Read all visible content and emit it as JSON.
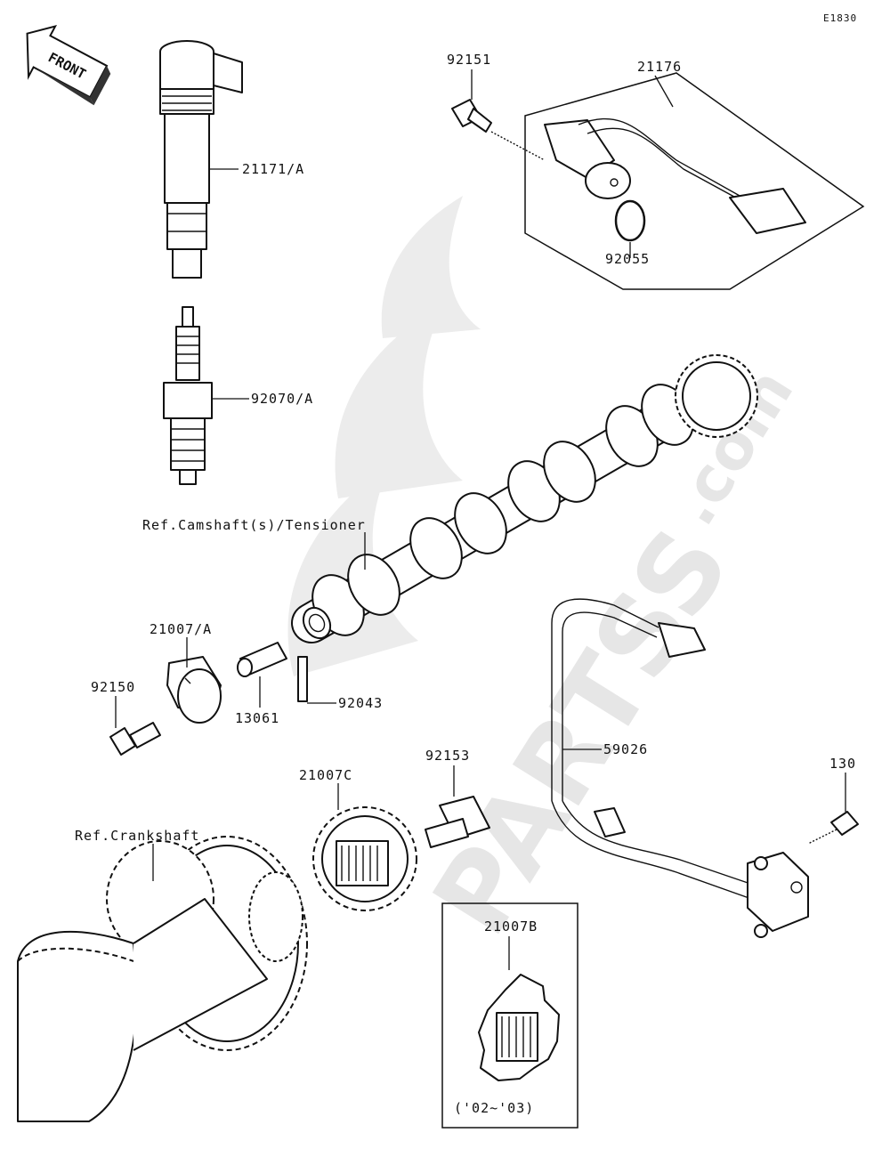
{
  "diagram": {
    "code": "E1830",
    "direction_label": "FRONT",
    "watermark": {
      "main": "PARTSS",
      "suffix": ".com"
    },
    "part_labels": {
      "p92151": "92151",
      "p21176": "21176",
      "p21171A": "21171/A",
      "p92055": "92055",
      "p92070A": "92070/A",
      "ref_camshaft": "Ref.Camshaft(s)/Tensioner",
      "p21007A": "21007/A",
      "p92150": "92150",
      "p13061": "13061",
      "p92043": "92043",
      "p59026": "59026",
      "p92153": "92153",
      "p21007C": "21007C",
      "ref_crankshaft": "Ref.Crankshaft",
      "p130": "130",
      "p21007B": "21007B",
      "year_range": "('02~'03)"
    }
  }
}
